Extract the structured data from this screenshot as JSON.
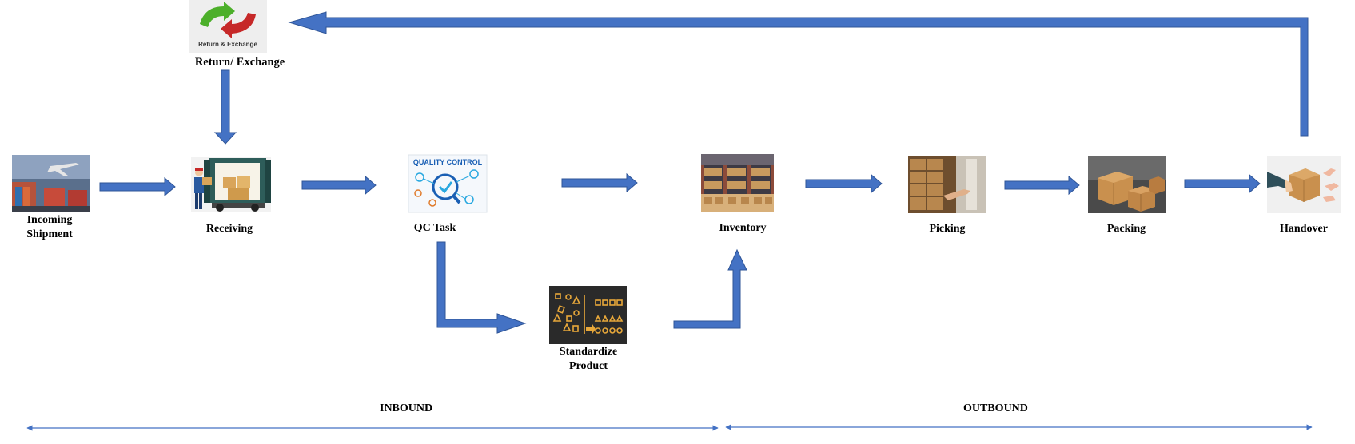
{
  "diagram": {
    "colors": {
      "arrow_fill": "#4472C4",
      "arrow_stroke": "#2F5597",
      "scale_line": "#4472C4"
    },
    "nodes": {
      "return_exchange": {
        "label": "Return/ Exchange",
        "icon_text": "Return & Exchange",
        "icon": "return-exchange-icon"
      },
      "incoming_shipment": {
        "label_line1": "Incoming",
        "label_line2": "Shipment",
        "icon": "cargo-ship-plane-icon"
      },
      "receiving": {
        "label": "Receiving",
        "icon": "delivery-truck-icon"
      },
      "qc_task": {
        "label": "QC Task",
        "icon_text": "QUALITY CONTROL",
        "icon": "quality-control-icon"
      },
      "standardize_product": {
        "label_line1": "Standardize",
        "label_line2": "Product",
        "icon": "standardize-shapes-icon"
      },
      "inventory": {
        "label": "Inventory",
        "icon": "warehouse-shelves-icon"
      },
      "picking": {
        "label": "Picking",
        "icon": "picking-boxes-icon"
      },
      "packing": {
        "label": "Packing",
        "icon": "cardboard-boxes-icon"
      },
      "handover": {
        "label": "Handover",
        "icon": "handover-box-icon"
      }
    },
    "sections": {
      "inbound": "INBOUND",
      "outbound": "OUTBOUND"
    }
  }
}
